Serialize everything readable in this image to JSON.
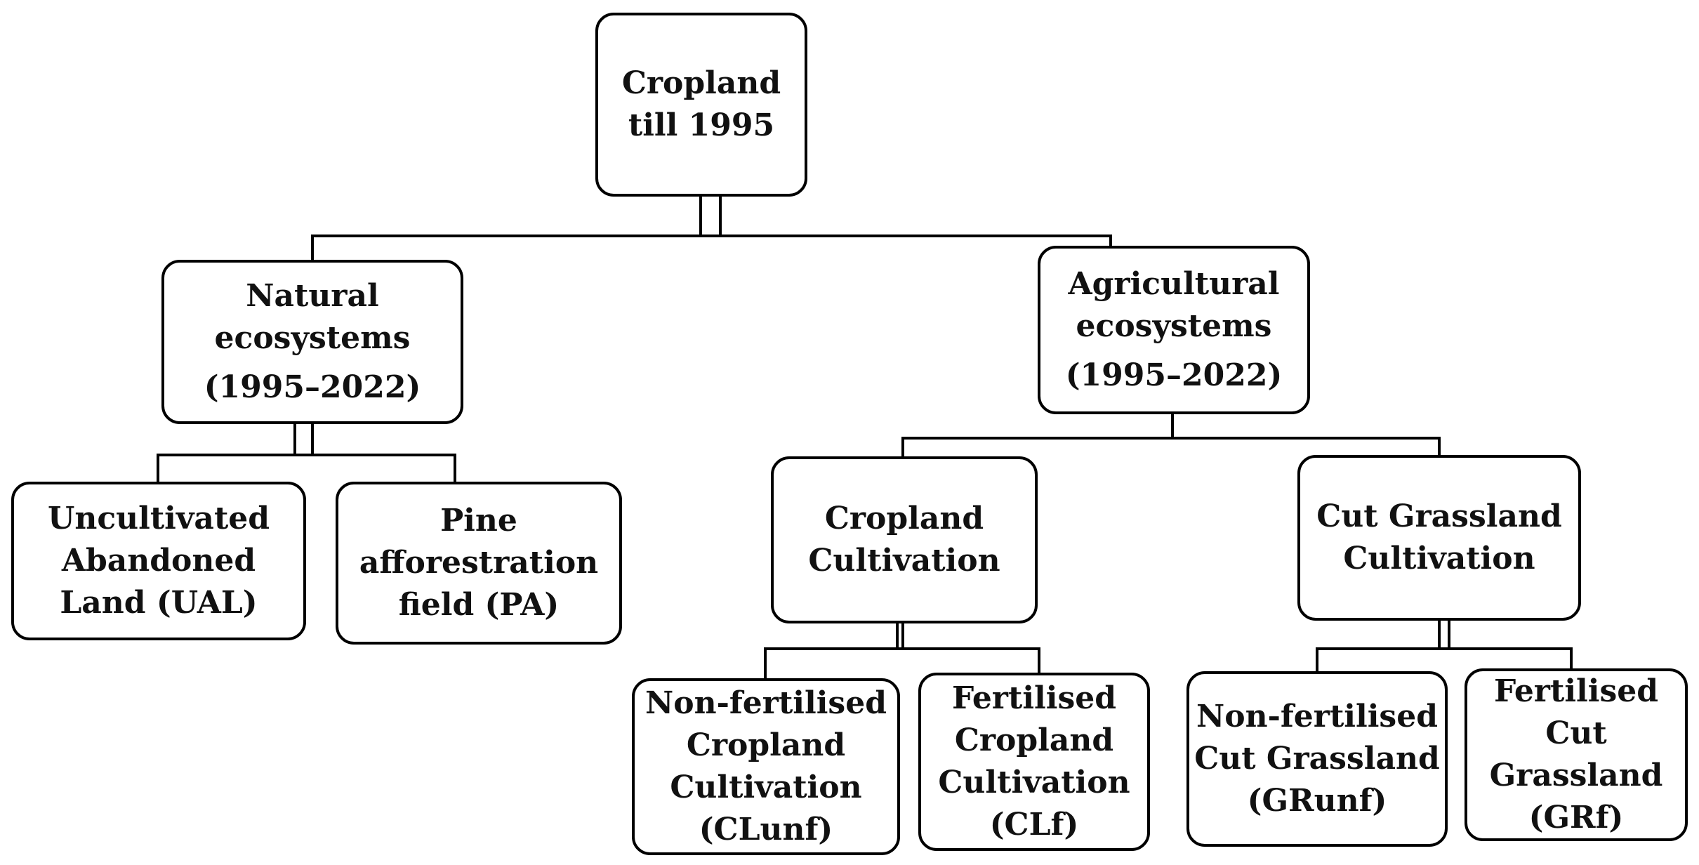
{
  "nodes": {
    "cropland_till": {
      "lines": [
        "Cropland",
        "till 1995"
      ]
    },
    "natural": {
      "lines": [
        "Natural",
        "ecosystems",
        "(1995–2022)"
      ]
    },
    "agricultural": {
      "lines": [
        "Agricultural",
        "ecosystems",
        "(1995–2022)"
      ]
    },
    "ual": {
      "lines": [
        "Uncultivated",
        "Abandoned",
        "Land (UAL)"
      ]
    },
    "pa": {
      "lines": [
        "Pine",
        "afforestration",
        "field (PA)"
      ]
    },
    "cropland_cultivation": {
      "lines": [
        "Cropland",
        "Cultivation"
      ]
    },
    "grassland_cultivation": {
      "lines": [
        "Cut Grassland",
        "Cultivation"
      ]
    },
    "clunf": {
      "lines": [
        "Non-fertilised",
        "Cropland",
        "Cultivation",
        "(CLunf)"
      ]
    },
    "clf": {
      "lines": [
        "Fertilised",
        "Cropland",
        "Cultivation",
        "(CLf)"
      ]
    },
    "grunf": {
      "lines": [
        "Non-fertilised",
        "Cut Grassland",
        "(GRunf)"
      ]
    },
    "grf": {
      "lines": [
        "Fertilised",
        "Cut",
        "Grassland",
        "(GRf)"
      ]
    }
  }
}
